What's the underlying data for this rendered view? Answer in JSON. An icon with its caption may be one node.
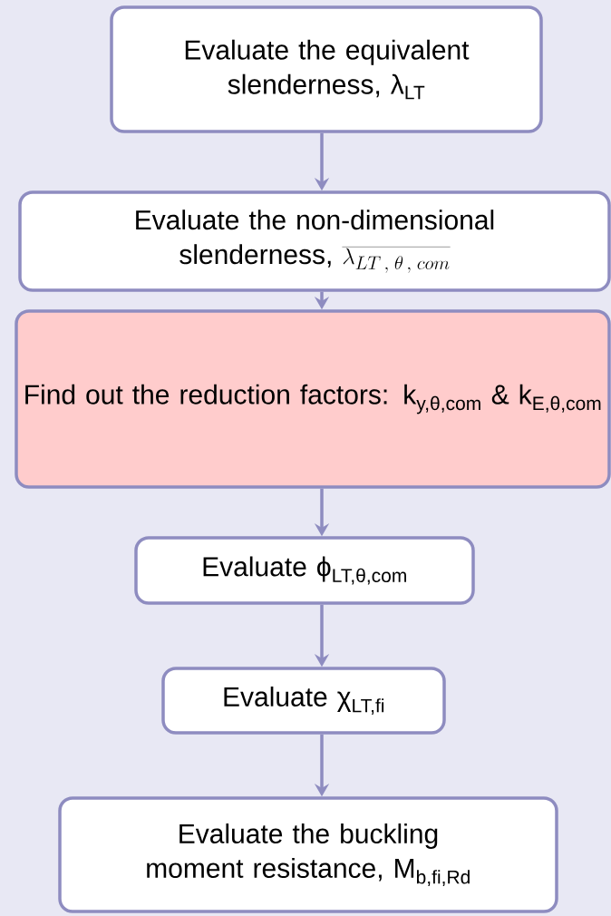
{
  "diagram": {
    "nodes": [
      {
        "text": [
          "Evaluate the equivalent slenderness, λ$_{LT}$"
        ]
      },
      {
        "text": [
          "Evaluate the non-dimensional slenderness,",
          "\\overline{\\lambda_{LT\\,,\\;\\theta\\,,\\;com}}"
        ]
      },
      {
        "text": [
          "Find out the reduction factors: k$_{y,θ,com}$ & k$_{E,θ,com}$"
        ]
      },
      {
        "text": [
          "Evaluate ϕ$_{LT,θ,com}$"
        ]
      },
      {
        "text": [
          "Evaluate χ$_{LT,fi}$"
        ]
      },
      {
        "text": [
          "Evaluate the buckling moment resistance, M$_{b,fi,Rd}$"
        ]
      }
    ],
    "edges": [
      {
        "from": 0,
        "to": 1,
        "arrow": "to"
      },
      {
        "from": 1,
        "to": 2,
        "arrow": "to"
      },
      {
        "from": 2,
        "to": 3,
        "arrow": "to"
      },
      {
        "from": 3,
        "to": 4,
        "arrow": "to"
      },
      {
        "from": 4,
        "to": 5,
        "arrow": "to"
      }
    ]
  }
}
